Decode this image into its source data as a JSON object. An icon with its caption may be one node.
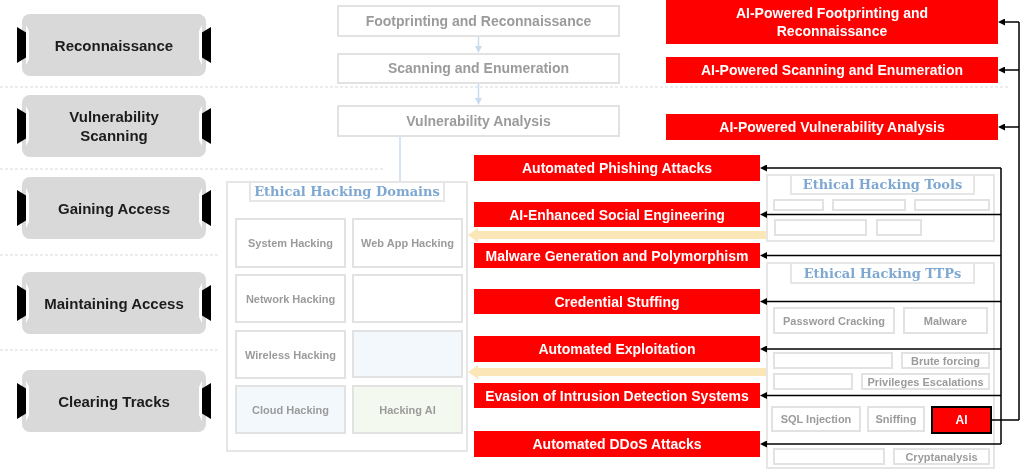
{
  "diagram": {
    "nodes": [
      {
        "text": [
          "Reconnaissance"
        ]
      },
      {
        "text": [
          "Vulnerability Scanning"
        ]
      },
      {
        "text": [
          "Gaining Access"
        ]
      },
      {
        "text": [
          "Maintaining Access"
        ]
      },
      {
        "text": [
          "Clearing Tracks"
        ]
      },
      {
        "text": [
          "Footprinting and Reconnaissance"
        ]
      },
      {
        "text": [
          "Scanning and Enumeration"
        ]
      },
      {
        "text": [
          "Vulnerability Analysis"
        ]
      },
      {
        "text": [
          "AI-Powered Footprinting and Reconnaissance"
        ]
      },
      {
        "text": [
          "AI-Powered Scanning and Enumeration"
        ]
      },
      {
        "text": [
          "AI-Powered Vulnerability Analysis"
        ]
      },
      {
        "text": [
          "Automated Phishing Attacks"
        ]
      },
      {
        "text": [
          "AI-Enhanced Social Engineering"
        ]
      },
      {
        "text": [
          "Malware Generation and Polymorphism"
        ]
      },
      {
        "text": [
          "Credential Stuffing"
        ]
      },
      {
        "text": [
          "Automated Exploitation"
        ]
      },
      {
        "text": [
          "Evasion of Intrusion Detection Systems"
        ]
      },
      {
        "text": [
          "Automated DDoS Attacks"
        ]
      },
      {
        "text": [
          "Ethical Hacking Domains"
        ]
      },
      {
        "text": [
          "System Hacking"
        ],
        "in": 18
      },
      {
        "text": [
          "Web App Hacking"
        ],
        "in": 18
      },
      {
        "text": [
          "Network Hacking"
        ],
        "in": 18
      },
      {
        "text": [],
        "shape": "box",
        "in": 18
      },
      {
        "text": [
          "Wireless Hacking"
        ],
        "in": 18
      },
      {
        "text": [],
        "shape": "box",
        "in": 18
      },
      {
        "text": [
          "Cloud Hacking"
        ],
        "in": 18
      },
      {
        "text": [
          "Hacking AI"
        ],
        "in": 18
      },
      {
        "text": [
          "Ethical Hacking Tools"
        ]
      },
      {
        "text": [],
        "shape": "box",
        "in": 27
      },
      {
        "text": [],
        "shape": "box",
        "in": 27
      },
      {
        "text": [],
        "shape": "box",
        "in": 27
      },
      {
        "text": [],
        "shape": "box",
        "in": 27
      },
      {
        "text": [],
        "shape": "box",
        "in": 27
      },
      {
        "text": [
          "Ethical Hacking TTPs"
        ]
      },
      {
        "text": [
          "Password Cracking"
        ],
        "in": 33
      },
      {
        "text": [
          "Malware"
        ],
        "in": 33
      },
      {
        "text": [],
        "shape": "box",
        "in": 33
      },
      {
        "text": [
          "Brute forcing"
        ],
        "in": 33
      },
      {
        "text": [],
        "shape": "box",
        "in": 33
      },
      {
        "text": [
          "Privileges Escalations"
        ],
        "in": 33
      },
      {
        "text": [
          "SQL Injection"
        ],
        "in": 33
      },
      {
        "text": [
          "Sniffing"
        ],
        "in": 33
      },
      {
        "text": [
          "AI"
        ],
        "in": 33
      },
      {
        "text": [],
        "shape": "box",
        "in": 33
      },
      {
        "text": [
          "Cryptanalysis"
        ],
        "in": 33
      }
    ],
    "edges": [
      {
        "from": 5,
        "to": 6,
        "arrow": "to",
        "color": "#c9dcef"
      },
      {
        "from": 6,
        "to": 7,
        "arrow": "to",
        "color": "#c9dcef"
      },
      {
        "from": 7,
        "to": 18,
        "arrow": "none",
        "color": "#c9dcef"
      },
      {
        "from": 42,
        "to": 8,
        "arrow": "to"
      },
      {
        "from": 42,
        "to": 9,
        "arrow": "to"
      },
      {
        "from": 42,
        "to": 10,
        "arrow": "to"
      },
      {
        "from": 42,
        "to": 11,
        "arrow": "to"
      },
      {
        "from": 42,
        "to": 12,
        "arrow": "to"
      },
      {
        "from": 42,
        "to": 13,
        "arrow": "to"
      },
      {
        "from": 42,
        "to": 14,
        "arrow": "to"
      },
      {
        "from": 42,
        "to": 15,
        "arrow": "to"
      },
      {
        "from": 42,
        "to": 16,
        "arrow": "to"
      },
      {
        "from": 42,
        "to": 17,
        "arrow": "to"
      },
      {
        "from": 27,
        "to": 18,
        "arrow": "to",
        "style": "thick",
        "color": "#fbe6b8"
      },
      {
        "from": 33,
        "to": 18,
        "arrow": "to",
        "style": "thick",
        "color": "#fbe6b8"
      }
    ]
  }
}
